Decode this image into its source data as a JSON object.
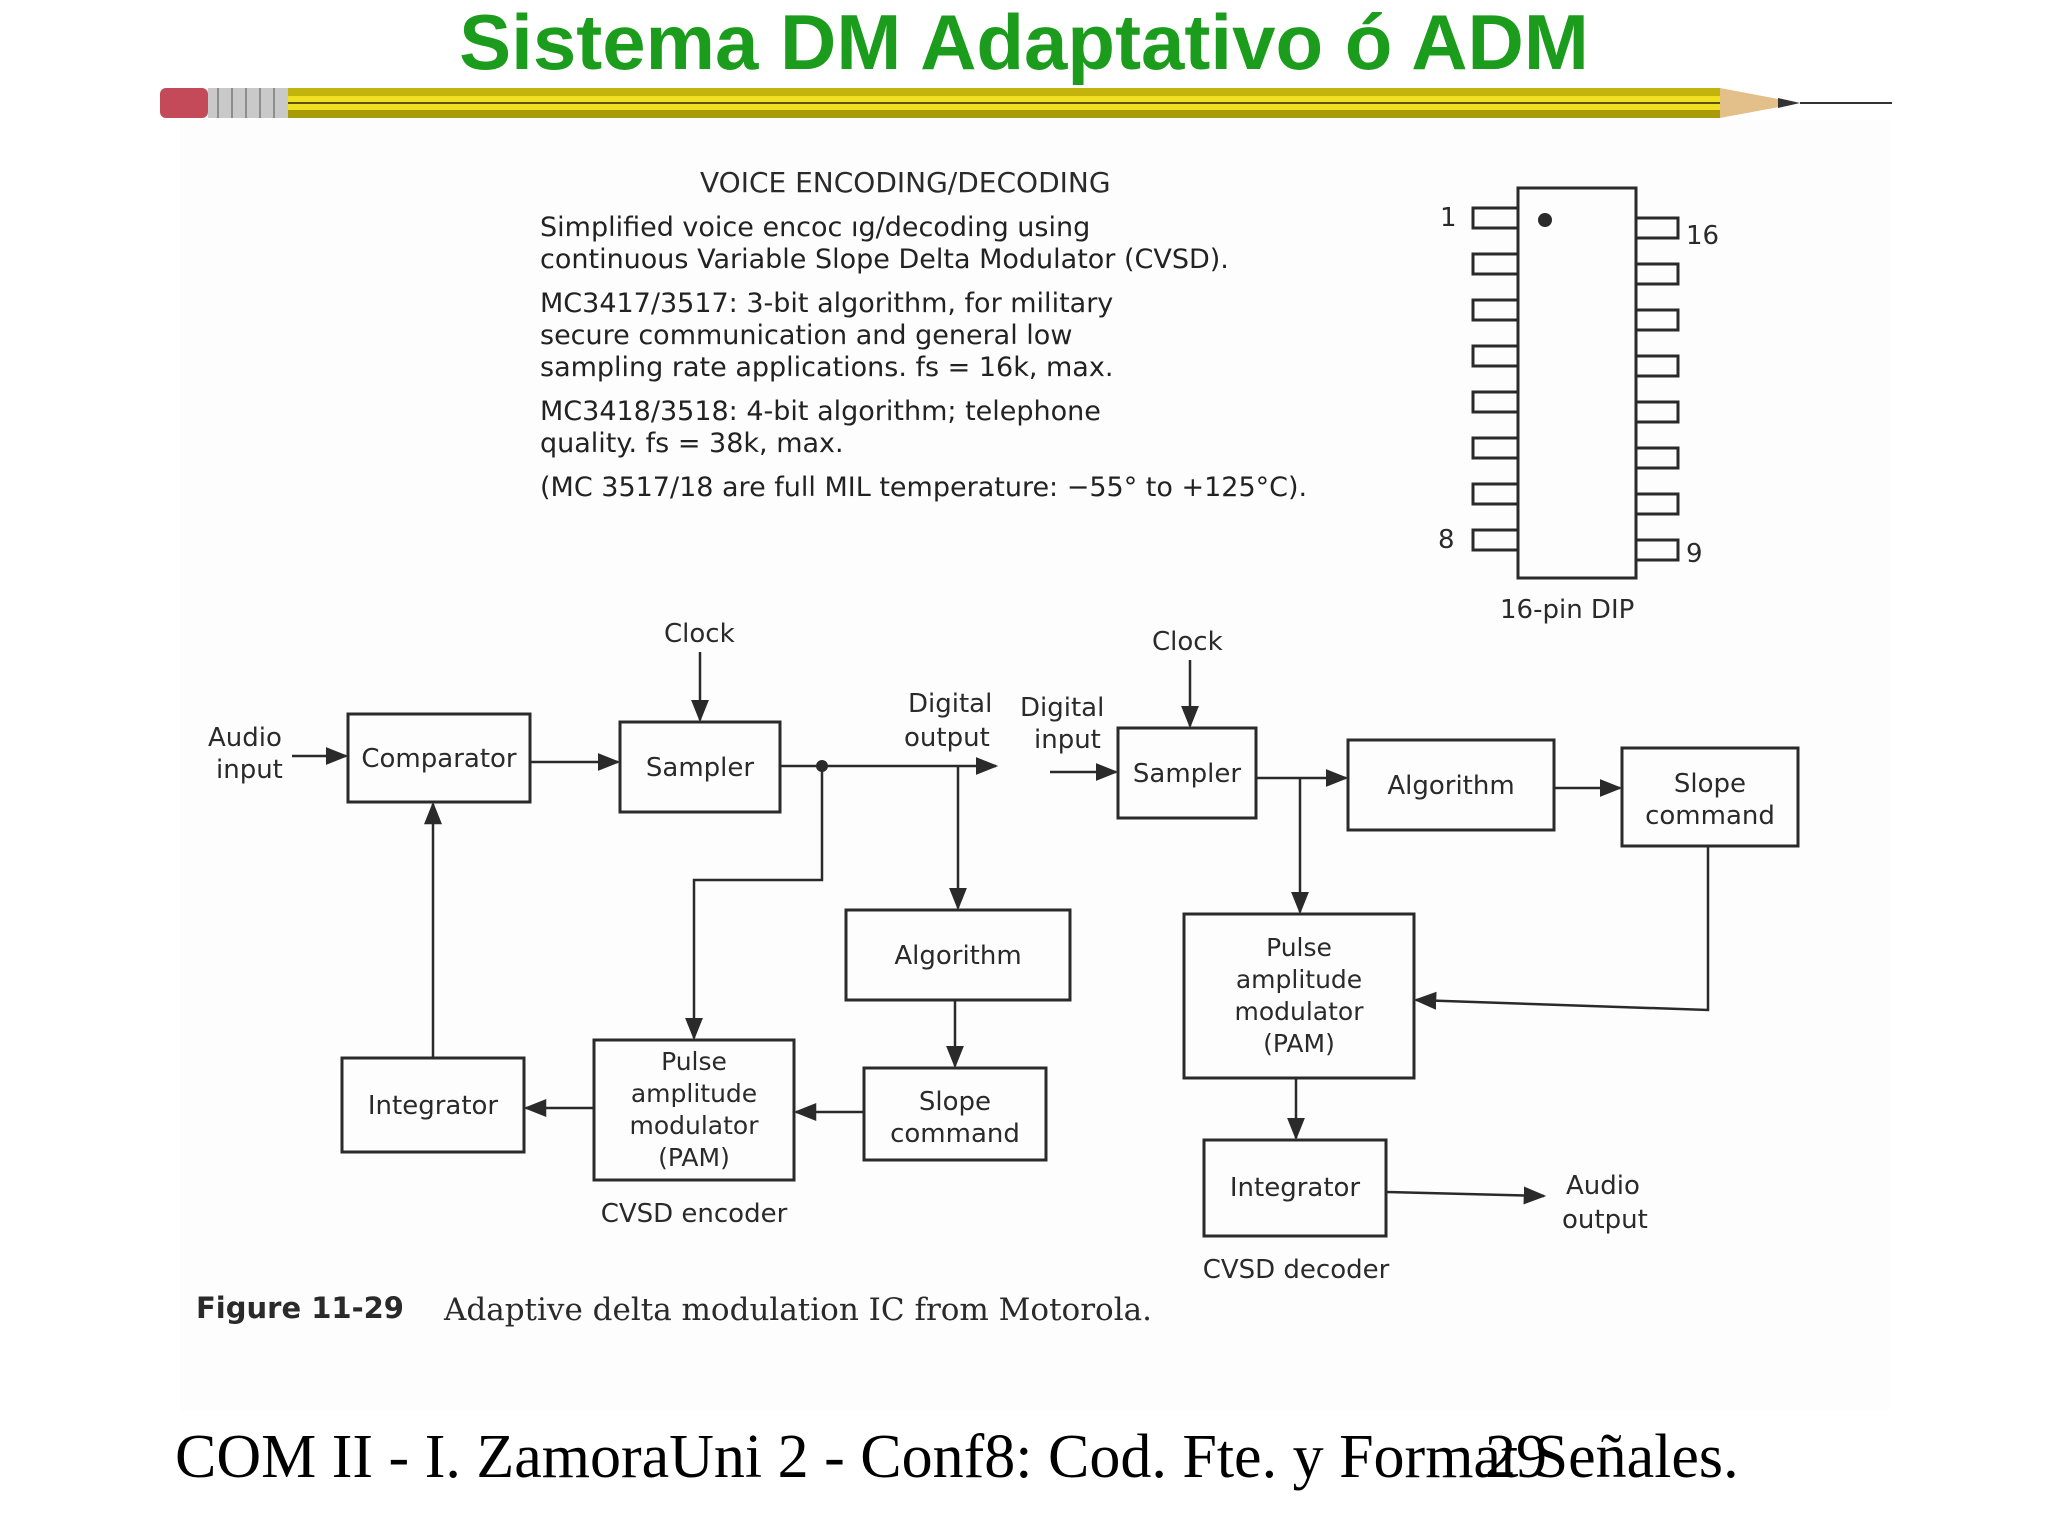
{
  "slide_title": "Sistema DM Adaptativo ó ADM",
  "header_block": {
    "heading": "VOICE ENCODING/DECODING",
    "lines": [
      "Simplified voice encoc  ıg/decoding using",
      "continuous Variable Slope Delta Modulator (CVSD).",
      "MC3417/3517: 3-bit algorithm, for military",
      "secure communication and general low",
      "sampling rate applications.  fs = 16k, max.",
      "MC3418/3518: 4-bit algorithm; telephone",
      "quality. fs = 38k, max.",
      "(MC 3517/18 are full MIL temperature: −55° to +125°C)."
    ]
  },
  "dip": {
    "pin1": "1",
    "pin16": "16",
    "pin8": "8",
    "pin9": "9",
    "label": "16-pin DIP"
  },
  "encoder": {
    "audio_input": [
      "Audio",
      "input"
    ],
    "comparator": "Comparator",
    "clock": "Clock",
    "sampler": "Sampler",
    "digital_output": [
      "Digital",
      "output"
    ],
    "algorithm": "Algorithm",
    "slope_command": [
      "Slope",
      "command"
    ],
    "pam": [
      "Pulse",
      "amplitude",
      "modulator",
      "(PAM)"
    ],
    "integrator": "Integrator",
    "caption": "CVSD encoder"
  },
  "decoder": {
    "digital_input": [
      "Digital",
      "input"
    ],
    "clock": "Clock",
    "sampler": "Sampler",
    "algorithm": "Algorithm",
    "slope_command": [
      "Slope",
      "command"
    ],
    "pam": [
      "Pulse",
      "amplitude",
      "modulator",
      "(PAM)"
    ],
    "integrator": "Integrator",
    "audio_output": [
      "Audio",
      "output"
    ],
    "caption": "CVSD decoder"
  },
  "figure_caption": {
    "number": "Figure 11-29",
    "text": "Adaptive delta modulation IC from Motorola."
  },
  "footer": {
    "left": "COM II - I. ZamoraUni 2 - Conf8: Cod. Fte. y Format Señales.",
    "page": "29"
  }
}
